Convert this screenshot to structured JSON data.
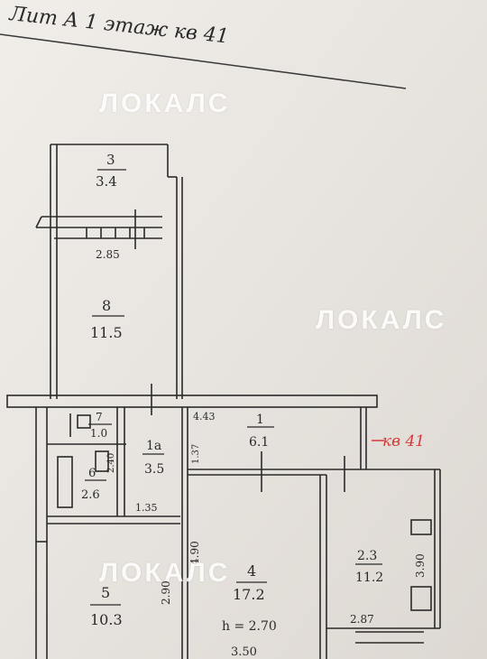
{
  "header": {
    "text": "Лит А  1 этаж  кв 41"
  },
  "watermarks": [
    "ЛОКАЛС",
    "ЛОКАЛС",
    "ЛОКАЛС"
  ],
  "annotation": {
    "text": "кв 41",
    "color": "#d63a3a"
  },
  "rooms": [
    {
      "number": "3",
      "area": "3.4"
    },
    {
      "number": "8",
      "area": "11.5"
    },
    {
      "number": "7",
      "area": "1.0"
    },
    {
      "number": "1а",
      "area": "3.5"
    },
    {
      "number": "1",
      "area": "6.1"
    },
    {
      "number": "6",
      "area": "2.6"
    },
    {
      "number": "5",
      "area": "10.3"
    },
    {
      "number": "4",
      "area": "17.2"
    },
    {
      "number": "2.3",
      "area": "11.2"
    }
  ],
  "dimensions": {
    "balcony_top": "2.85",
    "corridor": "4.43",
    "hall_side": "1.37",
    "hall_bottom": "1.35",
    "room6_side": "2.40",
    "room4_side": "4.90",
    "room5_side": "2.90",
    "room23_side": "3.90",
    "room23_bottom": "2.87",
    "ceiling_height": "h = 2.70",
    "room4_bottom": "3.50"
  },
  "colors": {
    "ink": "#2a2a2a",
    "paper": "#e9e5e1",
    "annotation": "#d63a3a"
  }
}
